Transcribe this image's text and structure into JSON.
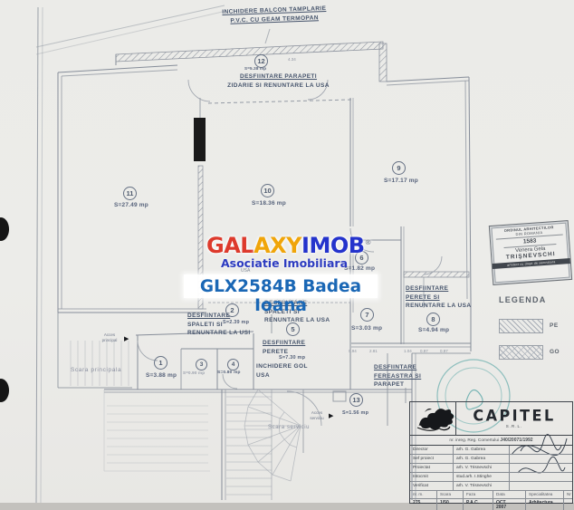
{
  "top_note": {
    "line1": "INCHIDERE BALCON TAMPLARIE",
    "line2": "P.V.C. CU GEAM TERMOPAN"
  },
  "watermark": {
    "brand_part1": "GAL",
    "brand_part2": "AXY",
    "brand_part3": "IMOB",
    "reg_mark": "®",
    "color1": "#dd3a2c",
    "color2": "#f0a50a",
    "color3": "#2433cc",
    "subtitle": "Asociatie Imobiliara",
    "listing": "GLX2584B Badea Ioana"
  },
  "rooms": {
    "r11": {
      "num": "11",
      "area": "S=27.49 mp"
    },
    "r12": {
      "num": "12",
      "area": "S=5.38 mp"
    },
    "r10": {
      "num": "10",
      "area": "S=18.36 mp"
    },
    "r9": {
      "num": "9",
      "area": "S=17.17 mp"
    },
    "r6": {
      "num": "6",
      "area": "S=1.82 mp"
    },
    "r7": {
      "num": "7",
      "area": "S=3.03 mp"
    },
    "r8": {
      "num": "8",
      "area": "S=4.94 mp"
    },
    "r5": {
      "num": "5",
      "area": "S=7.30 mp"
    },
    "r2": {
      "num": "2",
      "area": "S=2.39 mp"
    },
    "r1": {
      "num": "1",
      "area": "S=3.88 mp"
    },
    "r3": {
      "num": "3",
      "area": "S=0.90 mp"
    },
    "r4": {
      "num": "4",
      "area": "S=0.80 mp"
    },
    "r13": {
      "num": "13",
      "area": "S=1.56 mp"
    }
  },
  "annotations": {
    "balcony": {
      "l1": "DESFIINTARE PARAPETI",
      "l2": "ZIDARIE SI RENUNTARE LA USA"
    },
    "spaleti_left": {
      "l1": "DESFIINTARE",
      "l2": "SPALETI SI",
      "l3": "RENUNTARE LA USI"
    },
    "spaleti_right": {
      "l1": "DESFIINTARE",
      "l2": "SPALETI SI",
      "l3": "RENUNTARE LA USA"
    },
    "perete5": {
      "l1": "DESFIINTARE",
      "l2": "PERETE"
    },
    "inchidere5": {
      "l1": "INCHIDERE GOL",
      "l2": "USA"
    },
    "perete8": {
      "l1": "DESFIINTARE",
      "l2": "PERETE SI",
      "l3": "RENUNTARE LA USA"
    },
    "fereastra": {
      "l1": "DESFIINTARE",
      "l2": "FEREASTRA SI",
      "l3": "PARAPET"
    }
  },
  "labels": {
    "scara_principala": "Scara principala",
    "scara_serviciu": "Scara serviciu",
    "acces_principal_1": "Acces",
    "acces_principal_2": "principal",
    "acces_serviciu_1": "Acces",
    "acces_serviciu_2": "serviciu",
    "usa": "USA"
  },
  "dims": {
    "d1": "0.94",
    "d2": "2.81",
    "d3": "1.04",
    "d4": "0.97",
    "d5": "0.97",
    "d6": "4.34"
  },
  "stamp": {
    "org1": "ORDINUL ARHITECTILOR",
    "org2": "DIN ROMANIA",
    "number": "1583",
    "name_first": "Venera Gela",
    "name_last": "TRIŞNEVSCHI",
    "band": "arhitect cu drept de semnatura"
  },
  "legend": {
    "title": "LEGENDA",
    "item1": "PE",
    "item2": "GO"
  },
  "titleblock": {
    "company": "CAPITEL",
    "company_sub": "S.R.L.",
    "reg_prefix": "nr. inreg. Reg. Comertului ",
    "reg_number": "J40/20071/1992",
    "rows": [
      {
        "role": "Director",
        "name": "arh. G. Gabrea"
      },
      {
        "role": "Sef proiect",
        "name": "arh. G. Gabrea"
      },
      {
        "role": "Proiectat",
        "name": "arh. V. Trisnevschi"
      },
      {
        "role": "Intocmit",
        "name": "stud.arh. I.Stinghe"
      },
      {
        "role": "Verificat",
        "name": "arh. V. Trisnevschi"
      }
    ],
    "footer": {
      "c1_label": "nr. m.",
      "c1_value": "275",
      "c2_label": "Scara",
      "c2_value": "1/50",
      "c3_label": "Faza",
      "c3_value": "P.A.C.",
      "c4_label": "Data",
      "c4_value1": "OCT.",
      "c4_value2": "2007",
      "c5_label": "Specialitatea",
      "c5_value": "Arhitectura",
      "c6_label": "Nr"
    }
  }
}
